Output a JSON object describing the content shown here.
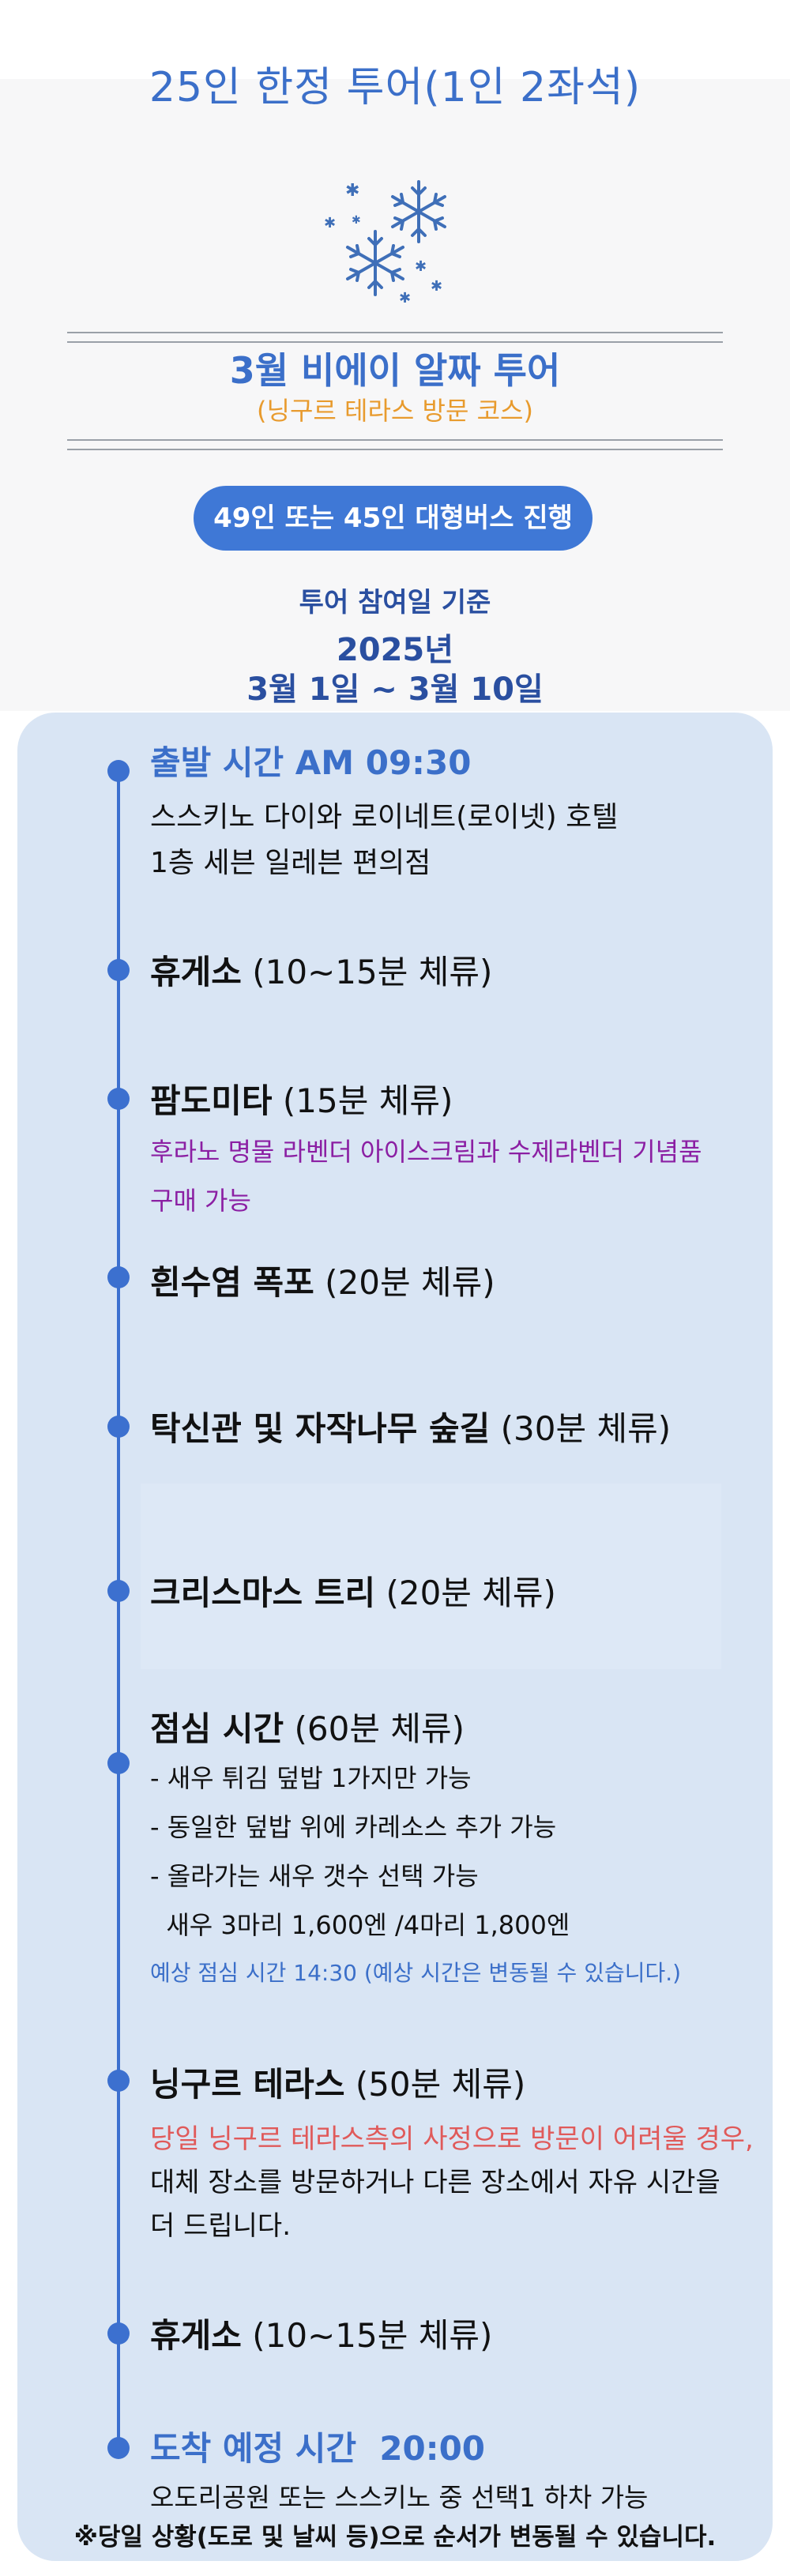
{
  "header": {
    "title": "25인 한정 투어(1인 2좌석)",
    "course_title": "3월 비에이 알짜 투어",
    "course_subtitle": "(닝구르 테라스 방문 코스)",
    "bus_badge": "49인 또는 45인 대형버스 진행",
    "date_label": "투어 참여일 기준",
    "date_year": "2025년",
    "date_range": "3월 1일 ~ 3월 10일"
  },
  "colors": {
    "accent_blue": "#3b6fc9",
    "orange": "#e89b2e",
    "purple": "#8b1fa3",
    "red": "#e05a5a",
    "panel_bg": "#d9e5f4"
  },
  "timeline": {
    "depart": {
      "title": "출발 시간 AM 09:30",
      "line1": "스스키노 다이와 로이네트(로이넷) 호텔",
      "line2": "1층 세븐 일레븐 편의점"
    },
    "rest1": {
      "name": "휴게소",
      "note": " (10~15분 체류)"
    },
    "farm": {
      "name": "팜도미타",
      "note": " (15분 체류)",
      "desc1": "후라노 명물 라벤더 아이스크림과 수제라벤더 기념품",
      "desc2": "구매 가능"
    },
    "falls": {
      "name": "흰수염 폭포",
      "note": "  (20분 체류)"
    },
    "forest": {
      "name": "탁신관 및 자작나무 숲길",
      "note": " (30분 체류)"
    },
    "tree": {
      "name": "크리스마스 트리",
      "note": " (20분 체류)"
    },
    "lunch": {
      "name": "점심 시간",
      "note": " (60분 체류)",
      "item1": "- 새우 튀김 덮밥 1가지만 가능",
      "item2": "- 동일한 덮밥 위에 카레소스 추가 가능",
      "item3": "- 올라가는 새우 갯수 선택 가능",
      "item4": "  새우 3마리 1,600엔 /4마리 1,800엔",
      "eta": "예상 점심 시간 14:30 (예상 시간은 변동될 수 있습니다.)"
    },
    "ningle": {
      "name": "닝구르 테라스",
      "note": " (50분 체류)",
      "warn": "당일 닝구르 테라스측의 사정으로 방문이 어려울 경우,",
      "line2": "대체 장소를 방문하거나 다른 장소에서 자유 시간을",
      "line3": "더 드립니다."
    },
    "rest2": {
      "name": "휴게소",
      "note": " (10~15분 체류)"
    },
    "arrive": {
      "title": "도착 예정 시간  20:00",
      "line1": "오도리공원 또는 스스키노 중 선택1 하차 가능"
    }
  },
  "footnote": "※당일 상황(도로 및 날씨 등)으로 순서가 변동될 수 있습니다.",
  "icons": [
    "snowflake-icon"
  ]
}
